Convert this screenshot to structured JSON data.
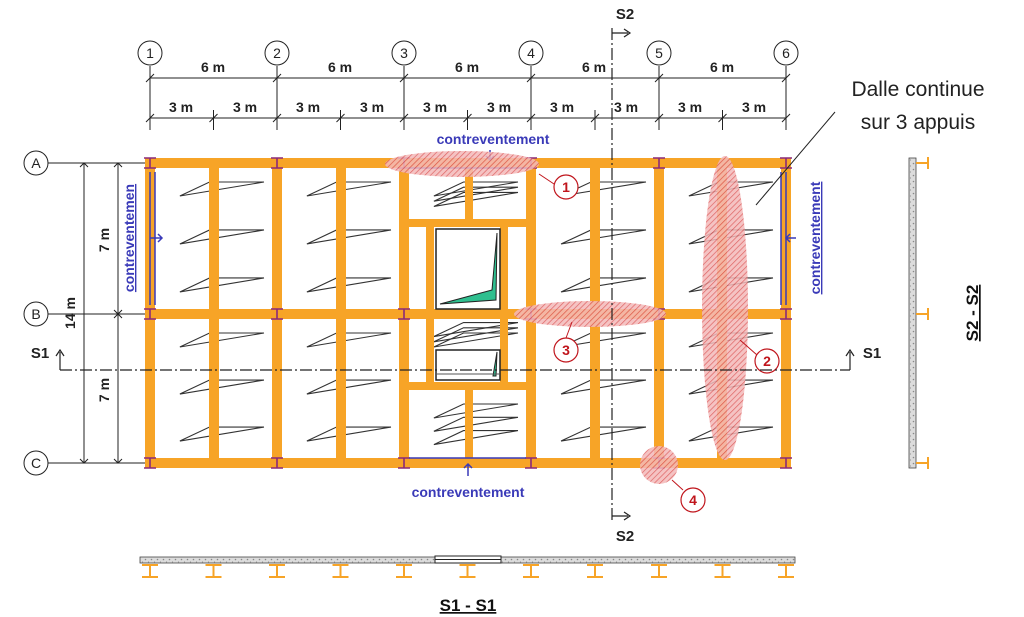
{
  "grid_axes": {
    "columns": [
      "1",
      "2",
      "3",
      "4",
      "5",
      "6"
    ],
    "rows": [
      "A",
      "B",
      "C"
    ]
  },
  "dimensions": {
    "spans": [
      "6 m",
      "6 m",
      "6 m",
      "6 m",
      "6 m"
    ],
    "sub_spans": [
      "3 m",
      "3 m",
      "3 m",
      "3 m",
      "3 m",
      "3 m",
      "3 m",
      "3 m",
      "3 m",
      "3 m"
    ],
    "bay_ab": "7 m",
    "bay_bc": "7 m",
    "total": "14 m"
  },
  "bracing_labels": {
    "top": "contreventement",
    "bottom": "contreventement",
    "left": "contreventemen",
    "right": "contreventement"
  },
  "section_markers": {
    "s1_left": "S1",
    "s1_right": "S1",
    "s2_top": "S2",
    "s2_bottom": "S2"
  },
  "callout": {
    "line1": "Dalle continue",
    "line2": "sur 3 appuis"
  },
  "highlights": [
    "1",
    "2",
    "3",
    "4"
  ],
  "section_titles": {
    "s1": "S1 - S1",
    "s2": "S2 - S2"
  },
  "colors": {
    "beam": "#f7a427",
    "highlight": "#e06a6a",
    "bracing": "#3a3ab8",
    "stair": "#2fbf8f"
  }
}
